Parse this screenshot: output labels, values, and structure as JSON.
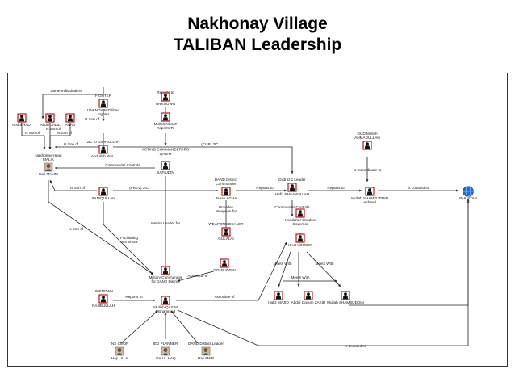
{
  "header": {
    "title_line1": "Nakhonay Village",
    "title_line2": "TALIBAN Leadership"
  },
  "colors": {
    "icon_border": "#c00000",
    "globe": "#1f6fd1",
    "line": "#222222"
  },
  "nodes": {
    "fighter": {
      "role": "FIGHTER",
      "name": "UNKNOWN Taliban Fighter",
      "icon": "person-silhouette-icon"
    },
    "abdul_hadi": {
      "name": "Abdul HADI",
      "icon": "person-silhouette-icon"
    },
    "abdul_jalil": {
      "name": "Abdul JALIL",
      "icon": "person-silhouette-icon"
    },
    "anau": {
      "name": "ANAU",
      "icon": "person-silhouette-icon"
    },
    "abdullah_wali": {
      "role": "2IC to ESANULLAH",
      "name": "Abdullah WALI",
      "icon": "person-silhouette-icon"
    },
    "unknown_top": {
      "name": "UNKNOWN",
      "icon": "person-silhouette-icon"
    },
    "mullah_nimat": {
      "name": "Mullah NIMAT",
      "icon": "person-silhouette-icon"
    },
    "safiudin": {
      "role": "ACTING COMMANDER IPO QASIM",
      "name": "SAFIUDIN",
      "icon": "person-silhouette-icon"
    },
    "haji_malim": {
      "role": "Nakhonay Head MALIK",
      "name": "Haji MALIM",
      "icon": "person-photo-icon"
    },
    "sadiqullah": {
      "name": "SADIQULLAH",
      "icon": "person-silhouette-icon"
    },
    "janan_agha": {
      "role": "DAND District Commander",
      "name": "Janan AGHA",
      "icon": "person-silhouette-icon"
    },
    "gulalai": {
      "role": "WEAPONS DEALER",
      "name": "GULALAI",
      "icon": "person-silhouette-icon"
    },
    "hafiz_ehsan": {
      "role": "District 1 Leader",
      "name": "Hafiz EHSANULLAH",
      "icon": "person-silhouette-icon"
    },
    "kandahar": {
      "name": "Kandahar Shadow Governor",
      "icon": "person-silhouette-icon"
    },
    "haji_yousef": {
      "name": "HAJI YOUSEF",
      "icon": "person-silhouette-icon"
    },
    "qud_mullah": {
      "role": "GUD Mullah AHMADULLAH",
      "icon": "person-silhouette-icon"
    },
    "mullah_shams": {
      "name": "Mullah SHAMSUDDIN Akhund",
      "icon": "person-silhouette-icon"
    },
    "pakistan": {
      "name": "PAKISTAN",
      "icon": "globe-icon"
    },
    "golbuddin": {
      "name": "GOLBUDDIN",
      "icon": "person-silhouette-icon"
    },
    "mil_commander": {
      "name": "Military Commander for DAND District",
      "icon": "person-silhouette-icon"
    },
    "najibullah": {
      "role": "UNKNOWN",
      "name": "NAJIBULLAH",
      "icon": "person-silhouette-icon"
    },
    "mullah_qasim": {
      "name": "Mullah QASIM Mohammed",
      "icon": "person-silhouette-icon"
    },
    "hafiz_majid": {
      "name": "Hafiz MAJID",
      "icon": "person-silhouette-icon"
    },
    "abdul_qayum": {
      "name": "Abdul Qayum ZAKIR",
      "icon": "person-silhouette-icon"
    },
    "mullah_shams2": {
      "name": "Mullah SHAMSUDDIN",
      "icon": "person-silhouette-icon"
    },
    "haji_lala": {
      "role": "INS CMDR",
      "name": "Haji LALA",
      "icon": "person-photo-icon"
    },
    "zia_ul_haq": {
      "role": "IED PLANNER",
      "name": "ZIA UL HAQ",
      "icon": "person-photo-icon"
    },
    "haji_amir": {
      "role": "DAND District Leader",
      "name": "Haji AMIR",
      "icon": "person-photo-icon"
    }
  },
  "edges": {
    "same_individual": "Same Individual As",
    "is_son_of": "Is Son of",
    "reports_to": "Reports to",
    "reports_to_cap": "Reports To",
    "cur_2ic": "(CUR) 2IC",
    "prev_2ic": "(PREV) 2IC",
    "commands_controls": "Commands/ Controls",
    "provides_weapons": "Provides Weapons for",
    "is_subordinate": "Is Subordinate to",
    "is_located_in": "Is Located In",
    "interim_leader": "Interim Leader for",
    "facilitating": "Facilitating INS Shura",
    "associate": "Associate of",
    "meets_with": "Meets With"
  }
}
